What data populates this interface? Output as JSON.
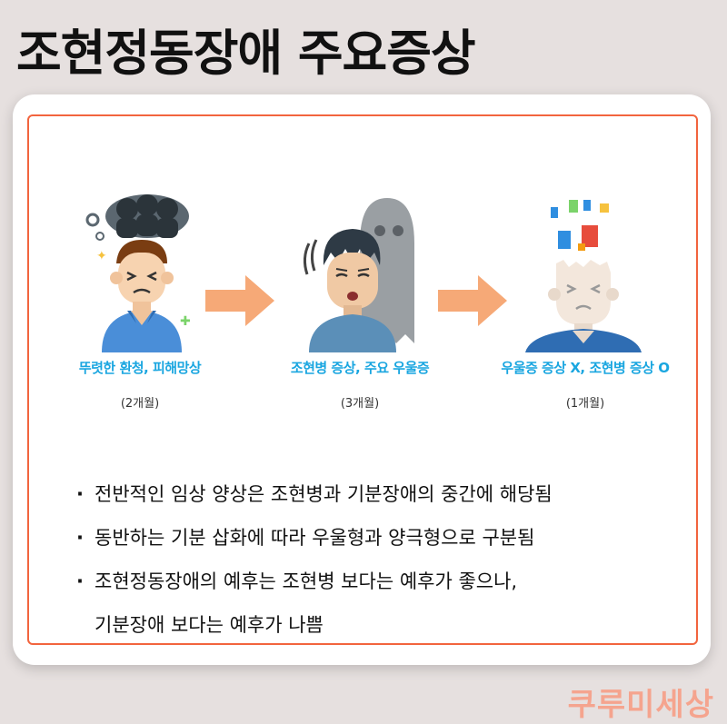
{
  "title": "조현정동장애 주요증상",
  "stages": [
    {
      "caption": "뚜렷한 환청, 피해망상",
      "duration": "(2개월)",
      "icon": "anxious-man-icon"
    },
    {
      "caption": "조현병 증상, 주요 우울증",
      "duration": "(3개월)",
      "icon": "depressed-man-with-ghost-icon"
    },
    {
      "caption": "우울증 증상 X, 조현병 증상 O",
      "duration": "(1개월)",
      "icon": "broken-head-man-icon"
    }
  ],
  "bullets": [
    {
      "text": "전반적인 임상 양상은 조현병과 기분장애의 중간에 해당됨"
    },
    {
      "text": "동반하는 기분 삽화에 따라 우울형과 양극형으로 구분됨"
    },
    {
      "text": "조현정동장애의 예후는 조현병 보다는 예후가 좋으나,"
    }
  ],
  "bullet_continuation": "기분장애 보다는 예후가 나쁨",
  "bullet_marker": "·",
  "watermark": "쿠루미세상",
  "colors": {
    "background": "#e6e0df",
    "border": "#f2643e",
    "caption": "#1aa6e0",
    "arrow": "#f6a977",
    "watermark": "#f5a48e"
  }
}
